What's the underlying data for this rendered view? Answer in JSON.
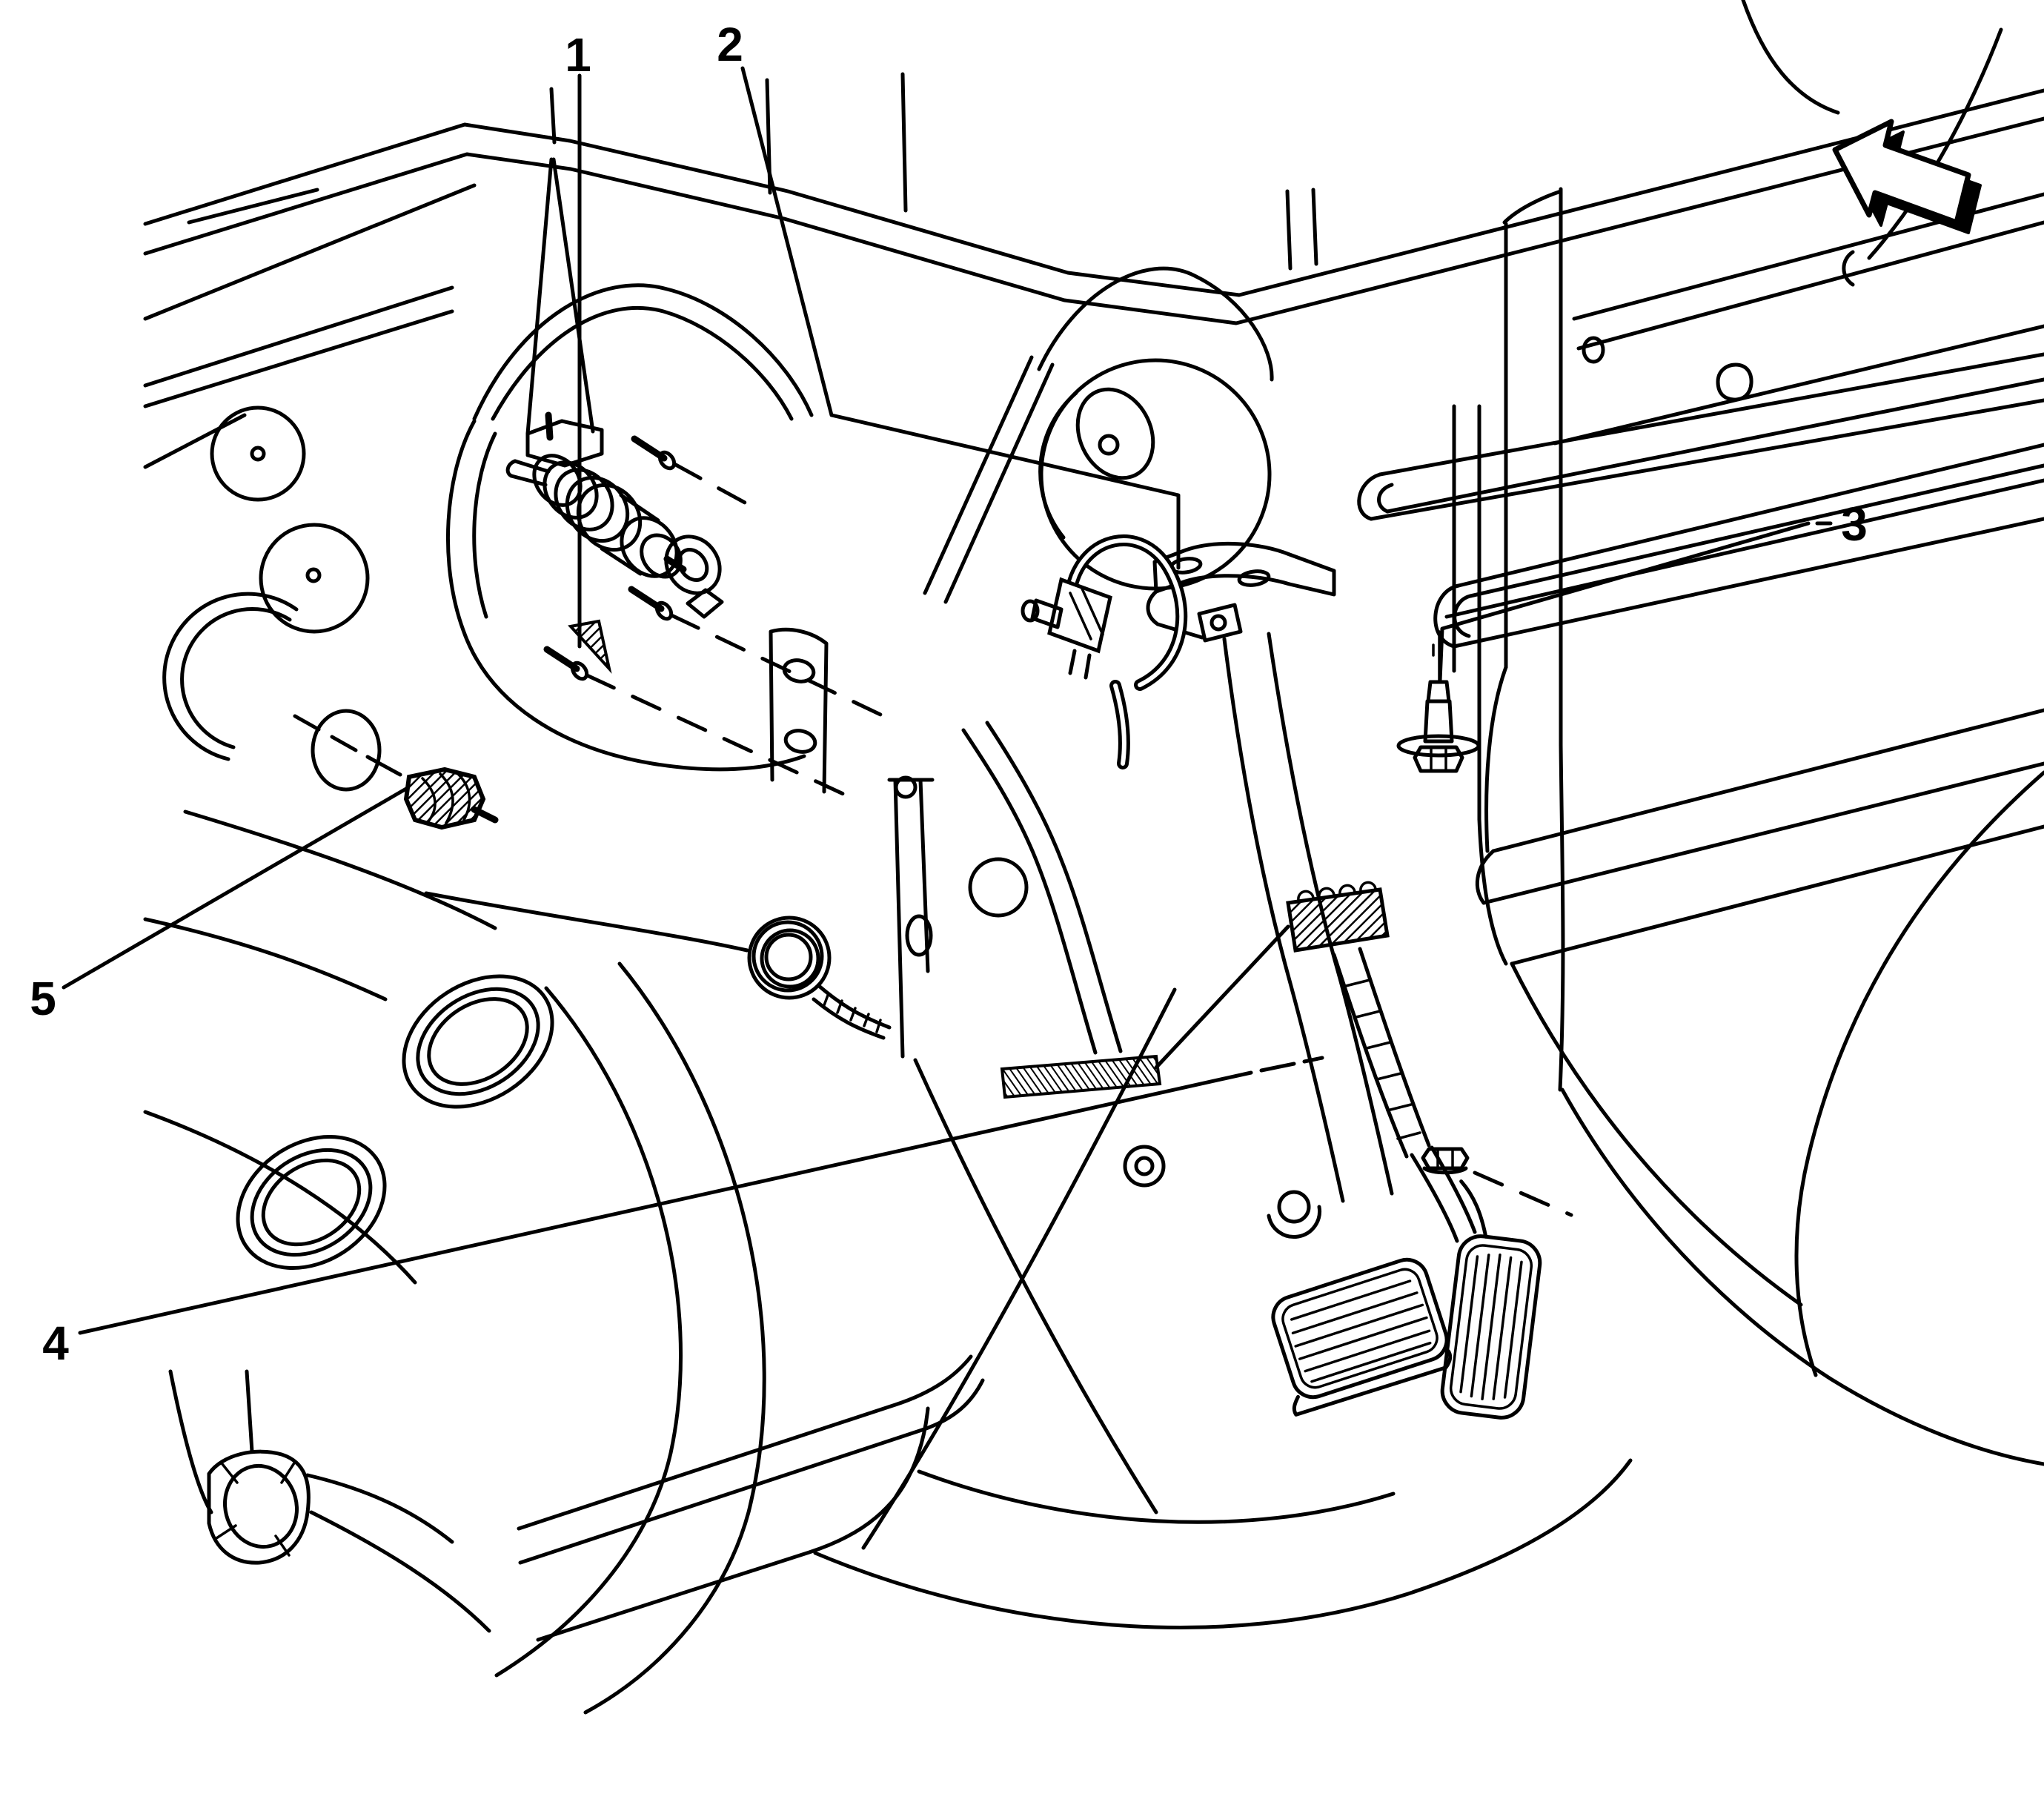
{
  "figure": {
    "kind": "service-manual-line-art",
    "background_color": "#ffffff",
    "line_color": "#000000"
  },
  "callouts": [
    {
      "label": "1",
      "name": "clutch-master-cylinder"
    },
    {
      "label": "2",
      "name": "pedal-bracket-top-plate"
    },
    {
      "label": "3",
      "name": "mounting-stud-washer-nut"
    },
    {
      "label": "4",
      "name": "harness-connector"
    },
    {
      "label": "5",
      "name": "switch-connector"
    }
  ],
  "direction_arrow": {
    "name": "view-direction-arrow",
    "orientation": "upper-left"
  }
}
